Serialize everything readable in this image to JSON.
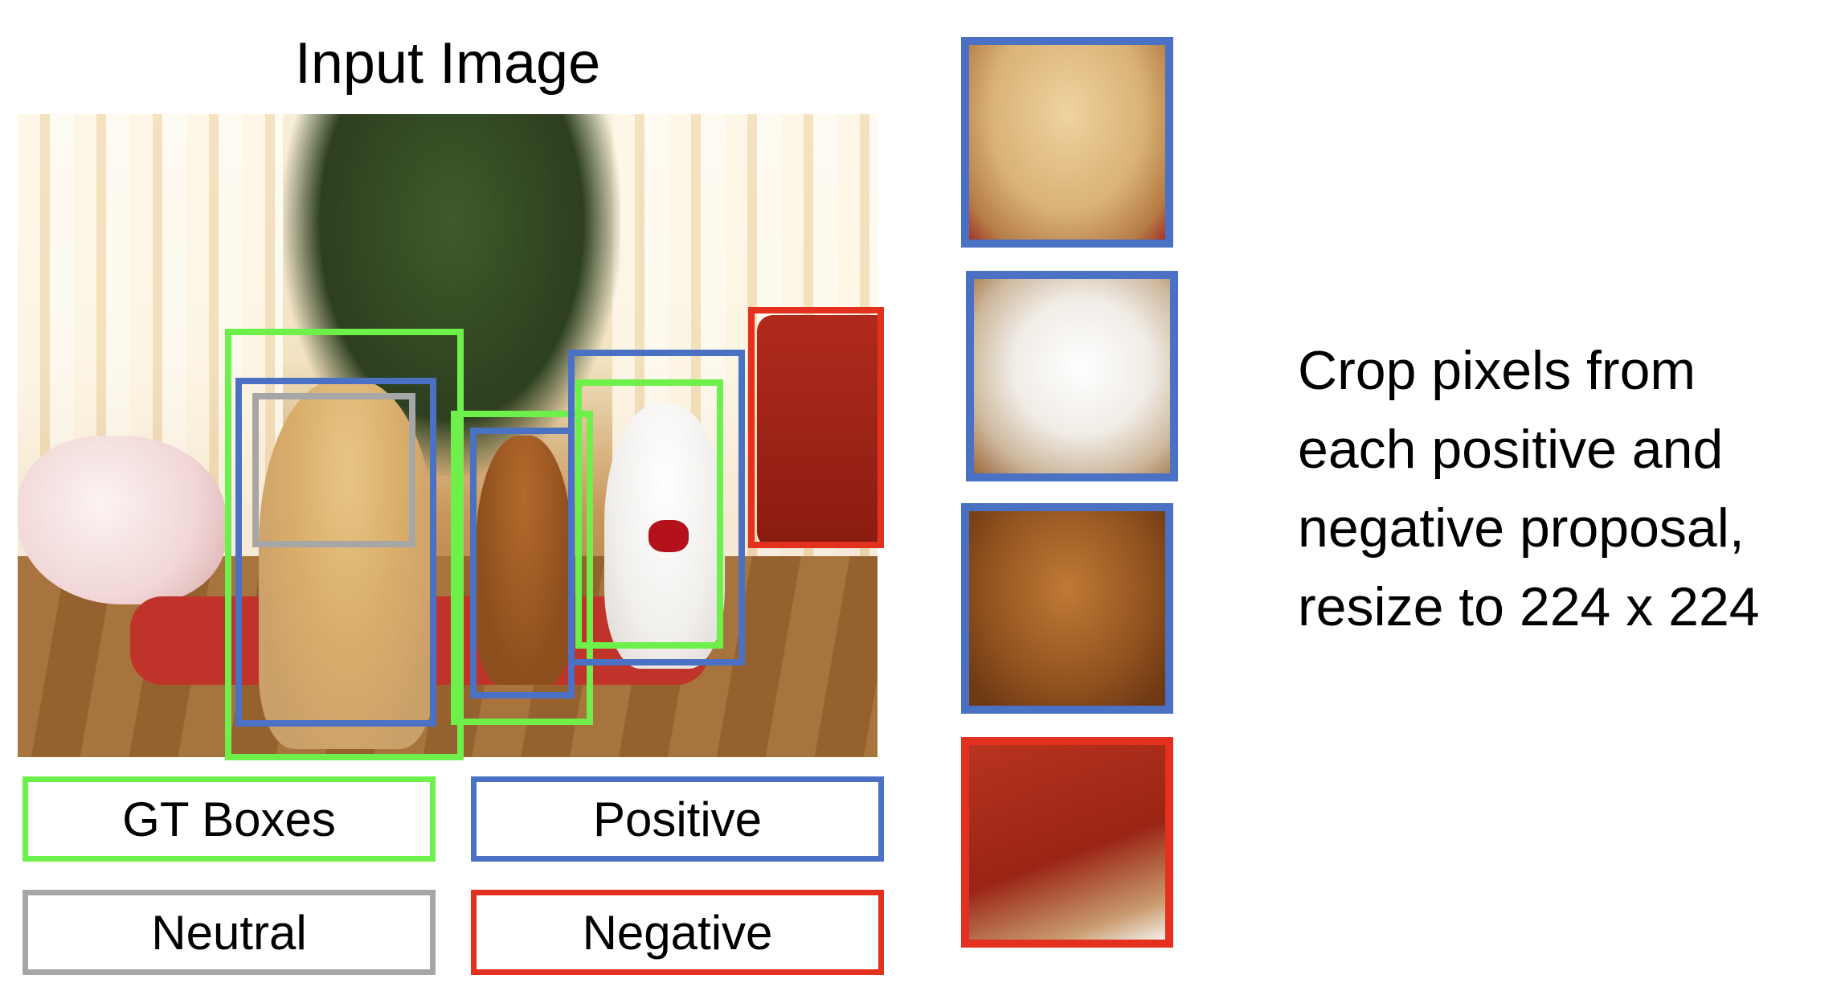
{
  "title": "Input Image",
  "legend": {
    "gt": "GT Boxes",
    "positive": "Positive",
    "neutral": "Neutral",
    "negative": "Negative"
  },
  "colors": {
    "gt": "#6ef04a",
    "positive": "#4a71c4",
    "neutral": "#a6a6a6",
    "negative": "#e4301e"
  },
  "caption_lines": [
    "Crop pixels from",
    "each positive and",
    "negative proposal,",
    "resize to 224 x 224"
  ],
  "icons": {
    "photo": "christmas-pets-photo",
    "crops": [
      "golden-retriever-crop",
      "white-cat-crop",
      "spaniel-crop",
      "red-sofa-crop"
    ]
  }
}
